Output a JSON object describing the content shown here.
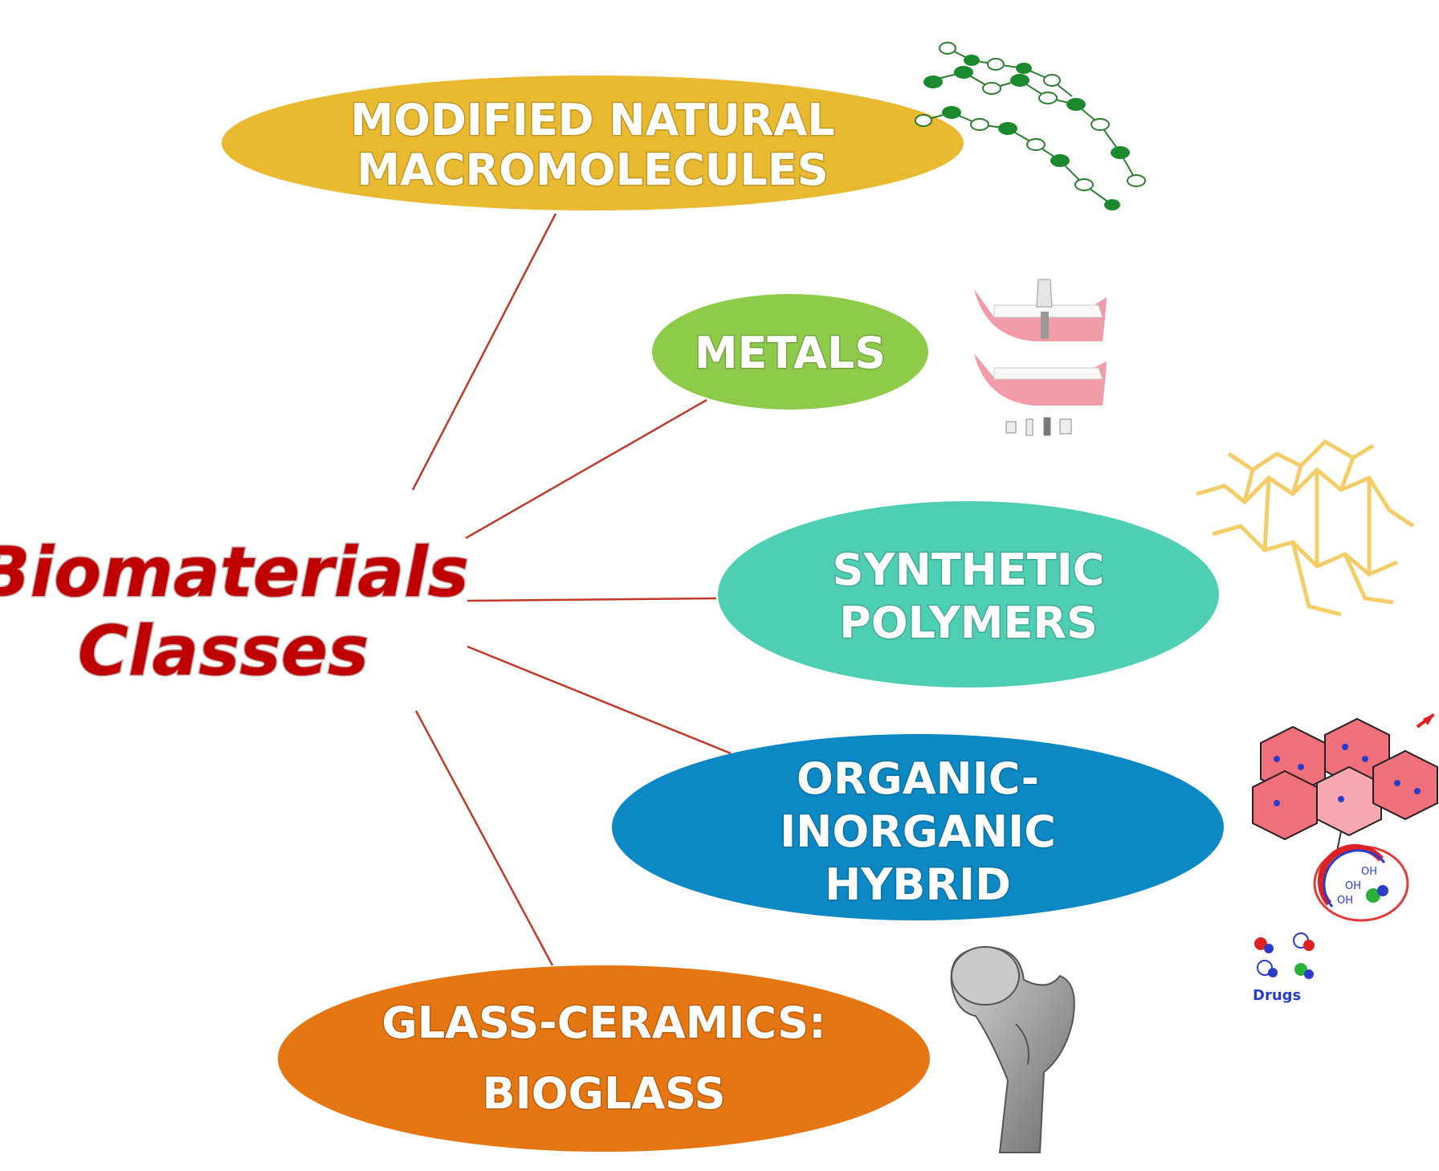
{
  "title": {
    "lines": [
      "Biomaterials",
      "Classes"
    ],
    "color": "#c00000"
  },
  "connector_color": "#c0392b",
  "nodes": [
    {
      "id": "modified-natural",
      "lines": [
        "MODIFIED NATURAL",
        "MACROMOLECULES"
      ],
      "color": "#e9b92f"
    },
    {
      "id": "metals",
      "lines": [
        "METALS"
      ],
      "color": "#8fcb4a"
    },
    {
      "id": "synthetic-polymers",
      "lines": [
        "SYNTHETIC",
        "POLYMERS"
      ],
      "color": "#4ecfb4"
    },
    {
      "id": "hybrid",
      "lines": [
        "ORGANIC-",
        "INORGANIC",
        "HYBRID"
      ],
      "color": "#0c89c4"
    },
    {
      "id": "bioglass",
      "lines": [
        "GLASS-CERAMICS:",
        "BIOGLASS"
      ],
      "color": "#e57612"
    }
  ],
  "illustrations": {
    "molecule_chain": "green-molecule-chain-icon",
    "dental_implant": "dental-implant-icon",
    "polymer_network": "polymer-network-icon",
    "hybrid_structure": "mesoporous-hybrid-icon",
    "femur_bone": "femur-bone-icon",
    "hybrid_oh_label": "OH",
    "drugs_label": "Drugs"
  }
}
